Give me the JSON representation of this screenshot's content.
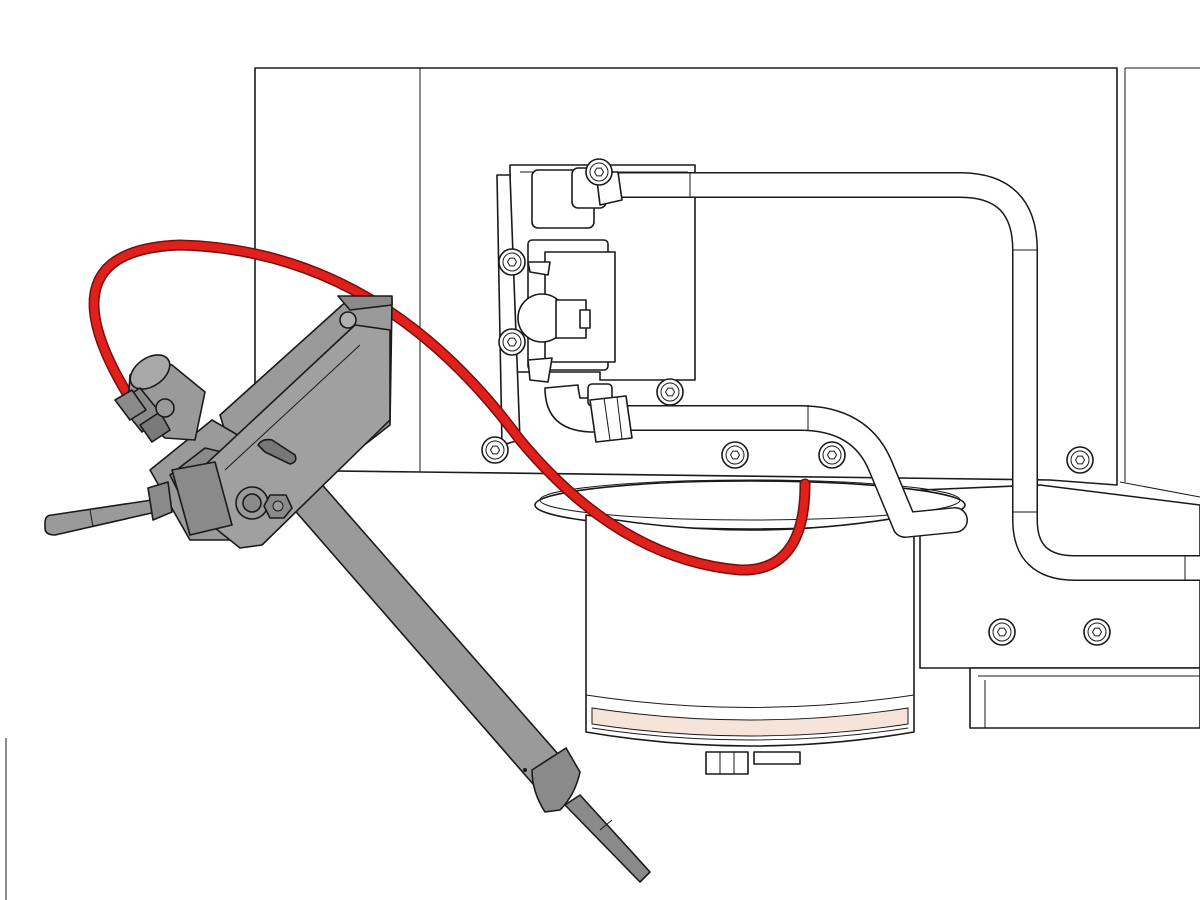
{
  "colors": {
    "background": "#ffffff",
    "outline": "#1a1a1a",
    "hose": "#e0201c",
    "hose_edge": "#7a0c0a",
    "bracket": "#9a9a9a",
    "bracket_dark": "#6f6f6f",
    "spindle_band": "#f6e4d8",
    "face": "#ffffff"
  },
  "icons": [
    "red-coolant-hose",
    "hex-socket-screw",
    "tube-fitting",
    "ball-valve",
    "spray-nozzle"
  ]
}
